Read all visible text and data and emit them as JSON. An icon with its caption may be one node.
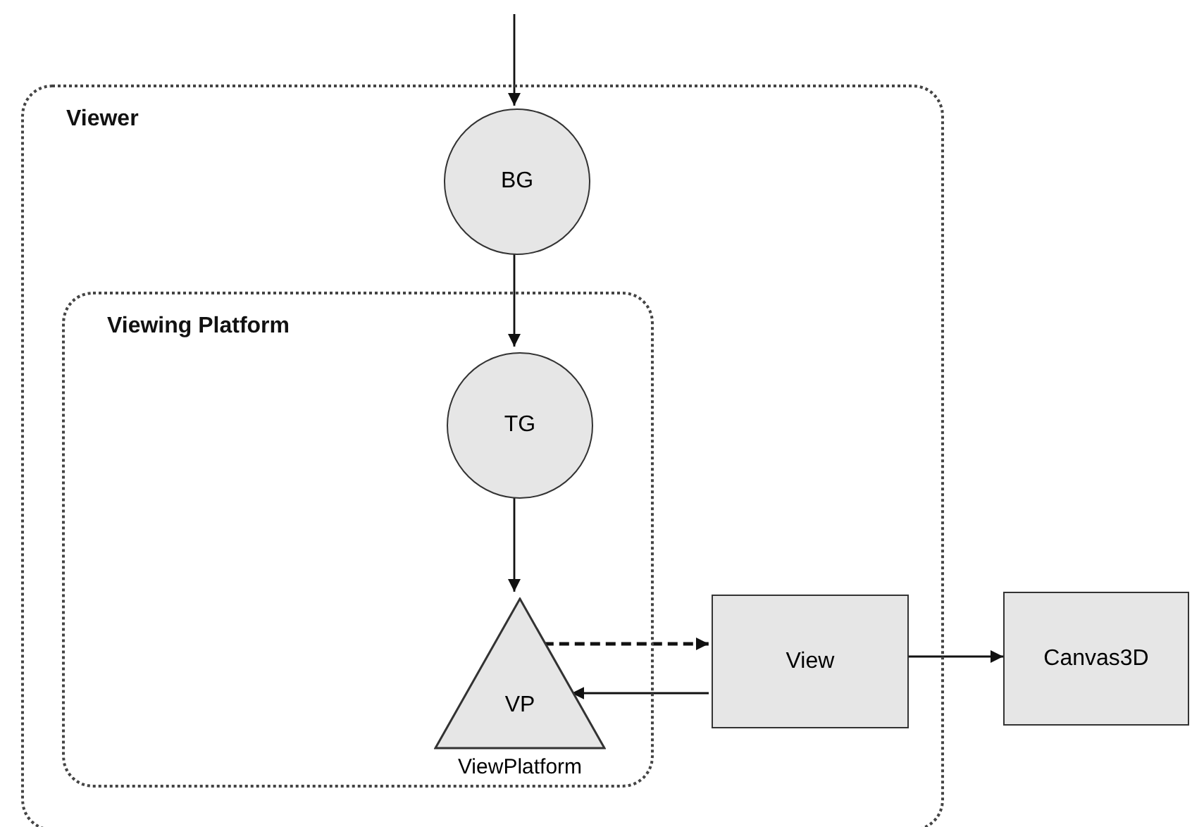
{
  "diagram": {
    "nodes": [
      {
        "text": [
          "Viewer"
        ]
      },
      {
        "text": [
          "BG"
        ],
        "in": 0
      },
      {
        "text": [
          "Viewing Platform"
        ],
        "in": 0
      },
      {
        "text": [
          "TG"
        ],
        "in": 2
      },
      {
        "text": [
          "VP"
        ],
        "in": 2,
        "beside": [
          "ViewPlatform"
        ]
      },
      {
        "text": [
          "View"
        ],
        "in": 0
      },
      {
        "text": [
          "Canvas3D"
        ]
      }
    ],
    "edges": [
      {
        "from": null,
        "to": 1,
        "arrow": "to"
      },
      {
        "from": 1,
        "to": 3,
        "arrow": "to"
      },
      {
        "from": 3,
        "to": 4,
        "arrow": "to"
      },
      {
        "from": 4,
        "to": 5,
        "arrow": "to",
        "style": "dashed"
      },
      {
        "from": 5,
        "to": 4,
        "arrow": "to"
      },
      {
        "from": 5,
        "to": 6,
        "arrow": "to"
      }
    ]
  }
}
